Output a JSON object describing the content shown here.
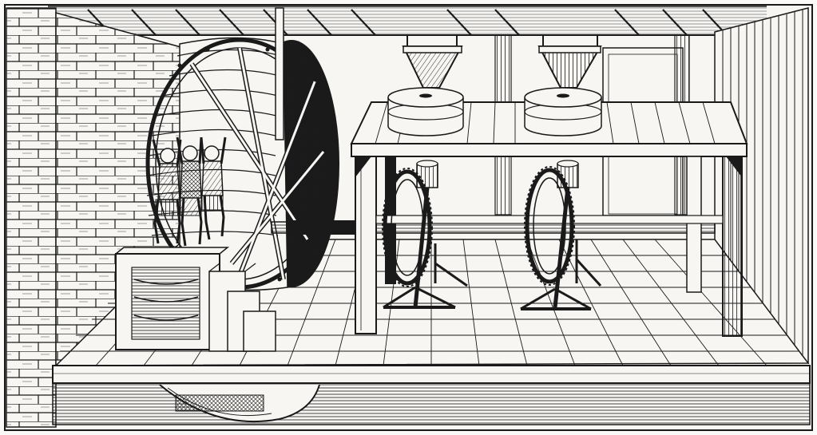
{
  "illustration": {
    "subject": "treadwheel-grain-mill",
    "style": "woodcut-engraving",
    "palette": {
      "ink": "#1a1a1a",
      "paper": "#f7f6f3",
      "background": "#fbfaf8"
    },
    "elements": [
      "brick-wall",
      "treadwheel",
      "workers",
      "millstones",
      "hoppers",
      "mill-table",
      "gear-wheels",
      "axle-shaft",
      "floor",
      "ceiling-beams",
      "right-wall",
      "stone-steps",
      "water-channel"
    ],
    "worker_count": 3,
    "millstone_count": 2
  }
}
